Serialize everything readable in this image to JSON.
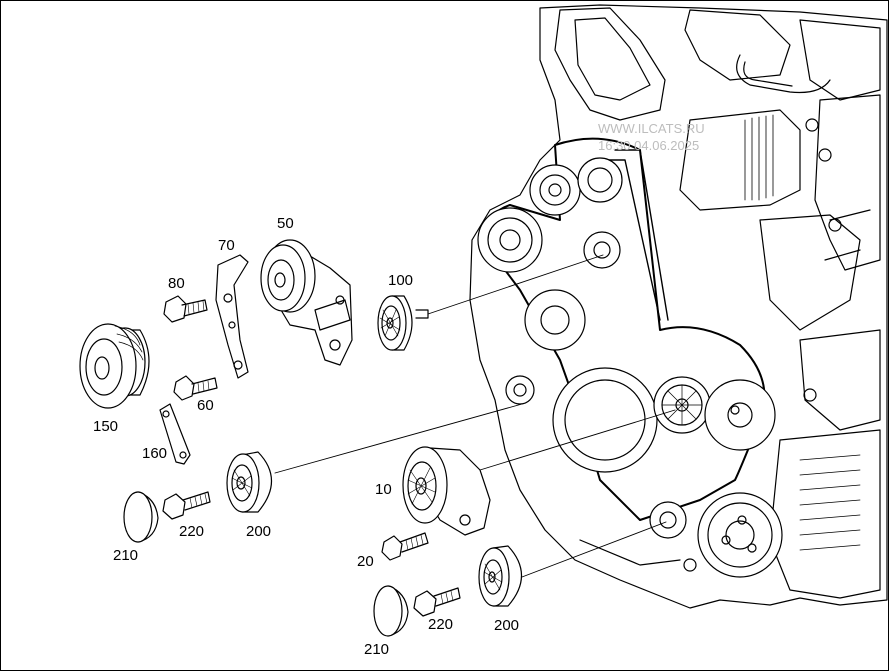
{
  "watermark": {
    "line1": "WWW.ILCATS.RU",
    "line2": "16:30 04.06.2025"
  },
  "callouts": {
    "c10": "10",
    "c20": "20",
    "c50": "50",
    "c60": "60",
    "c70": "70",
    "c80": "80",
    "c100": "100",
    "c150": "150",
    "c160": "160",
    "c200a": "200",
    "c200b": "200",
    "c210a": "210",
    "c210b": "210",
    "c220a": "220",
    "c220b": "220"
  },
  "colors": {
    "line": "#000000",
    "background": "#ffffff",
    "watermark": "#bdbdbd"
  }
}
